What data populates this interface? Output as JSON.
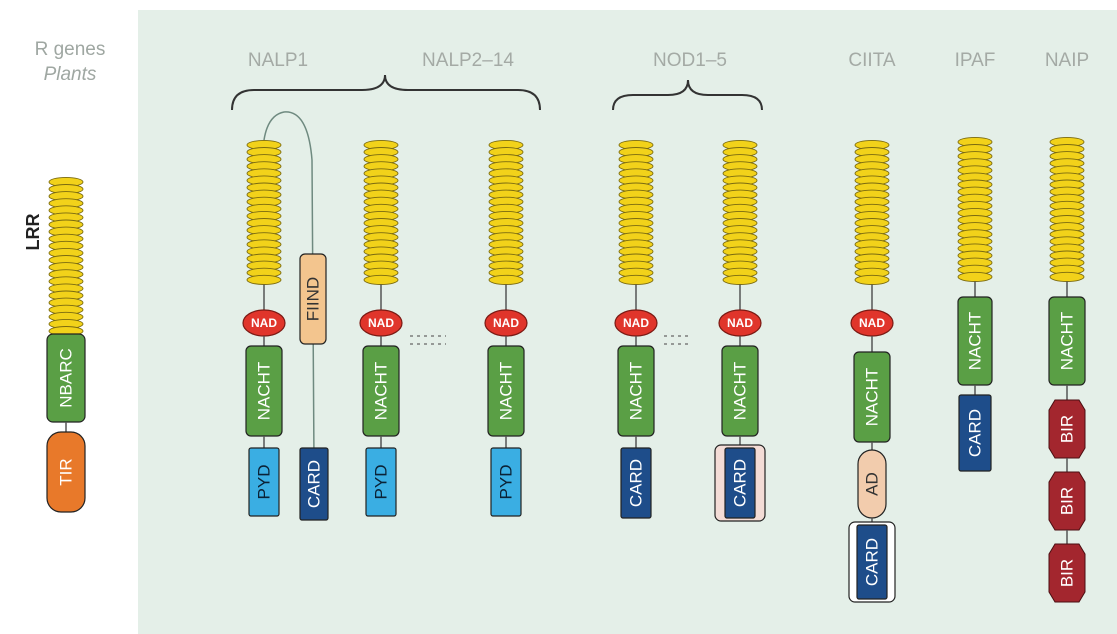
{
  "header": {
    "r_genes": "R genes",
    "plants": "Plants",
    "nalp1": "NALP1",
    "nalp2_14": "NALP2–14",
    "nod1_5": "NOD1–5",
    "ciita": "CIITA",
    "ipaf": "IPAF",
    "naip": "NAIP"
  },
  "labels": {
    "lrr": "LRR",
    "nbarc": "NBARC",
    "tir": "TIR",
    "nad": "NAD",
    "nacht": "NACHT",
    "pyd": "PYD",
    "card": "CARD",
    "fiind": "FIIND",
    "ad": "AD",
    "bir": "BIR"
  },
  "colors": {
    "background_panel": "#e4efe8",
    "lrr": "#f2d21a",
    "nacht": "#5a9f45",
    "nad": "#e0352b",
    "pyd": "#3aaee3",
    "card": "#1e4d8a",
    "tir": "#e8792a",
    "fiind": "#f3c58e",
    "ad": "#f2ccad",
    "bir": "#a3262e"
  }
}
